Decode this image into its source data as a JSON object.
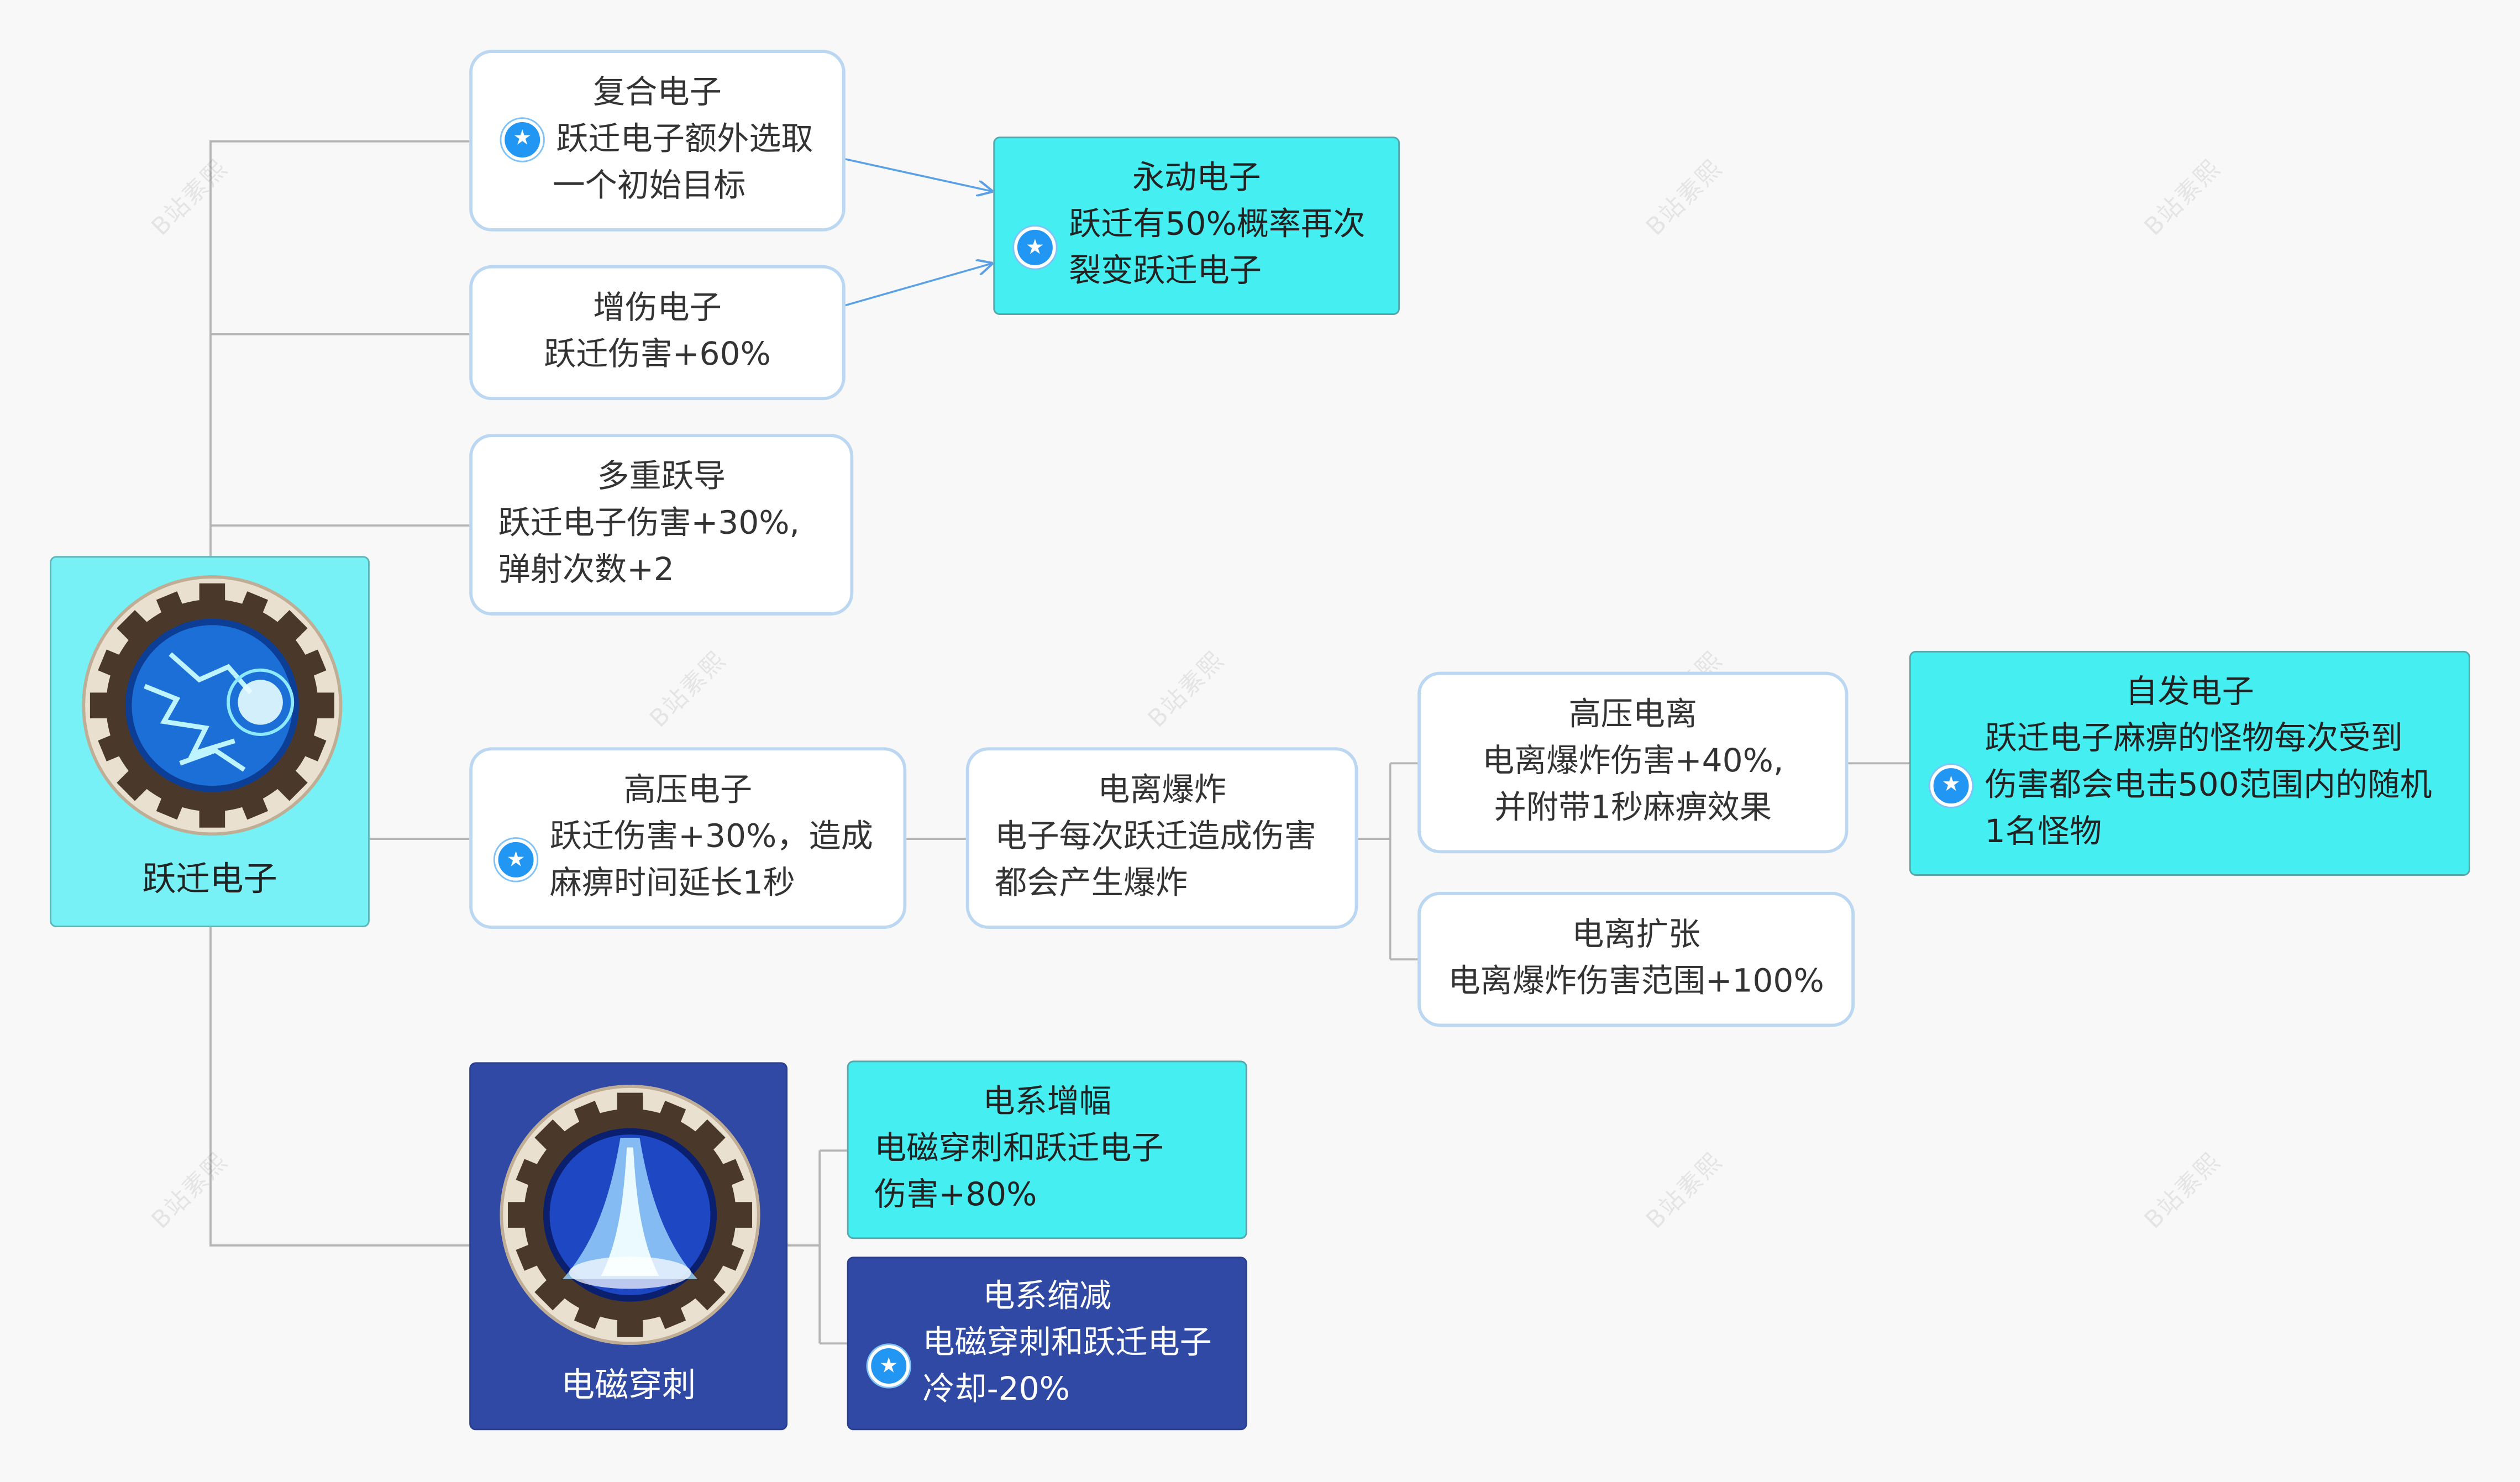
{
  "watermark": "B站素熙",
  "root": {
    "label": "跃迁电子"
  },
  "nodes": {
    "fuhe": {
      "title": "复合电子",
      "line1": "跃迁电子额外选取",
      "line2": "一个初始目标",
      "starred": true
    },
    "yongdong": {
      "title": "永动电子",
      "line1": "跃迁有50%概率再次",
      "line2": "裂变跃迁电子",
      "starred": true
    },
    "zengshang": {
      "title": "增伤电子",
      "line1": "跃迁伤害+60%"
    },
    "duochong": {
      "title": "多重跃导",
      "line1": "跃迁电子伤害+30%,",
      "line2": "弹射次数+2"
    },
    "gaoya": {
      "title": "高压电子",
      "line1": "跃迁伤害+30%，造成",
      "line2": "麻痹时间延长1秒",
      "starred": true
    },
    "dianli_baozha": {
      "title": "电离爆炸",
      "line1": "电子每次跃迁造成伤害",
      "line2": "都会产生爆炸"
    },
    "gaoya_dianli": {
      "title": "高压电离",
      "line1": "电离爆炸伤害+40%,",
      "line2": "并附带1秒麻痹效果"
    },
    "zifa": {
      "title": "自发电子",
      "line1": "跃迁电子麻痹的怪物每次受到",
      "line2": "伤害都会电击500范围内的随机",
      "line3": "1名怪物",
      "starred": true
    },
    "kuozhang": {
      "title": "电离扩张",
      "line1": "电离爆炸伤害范围+100%"
    },
    "dianci": {
      "label": "电磁穿刺"
    },
    "zengfu": {
      "title": "电系增幅",
      "line1": "电磁穿刺和跃迁电子",
      "line2": "伤害+80%"
    },
    "suojian": {
      "title": "电系缩减",
      "line1": "电磁穿刺和跃迁电子",
      "line2": "冷却-20%",
      "starred": true
    }
  },
  "colors": {
    "accent_cyan": "#45eef0",
    "root_cyan": "#78f1f6",
    "navy": "#2f49a5",
    "node_border": "#bcd7f1",
    "star_blue": "#2196f3",
    "link_gray": "#b5b5b5",
    "arrow_blue": "#5aa0e6"
  }
}
